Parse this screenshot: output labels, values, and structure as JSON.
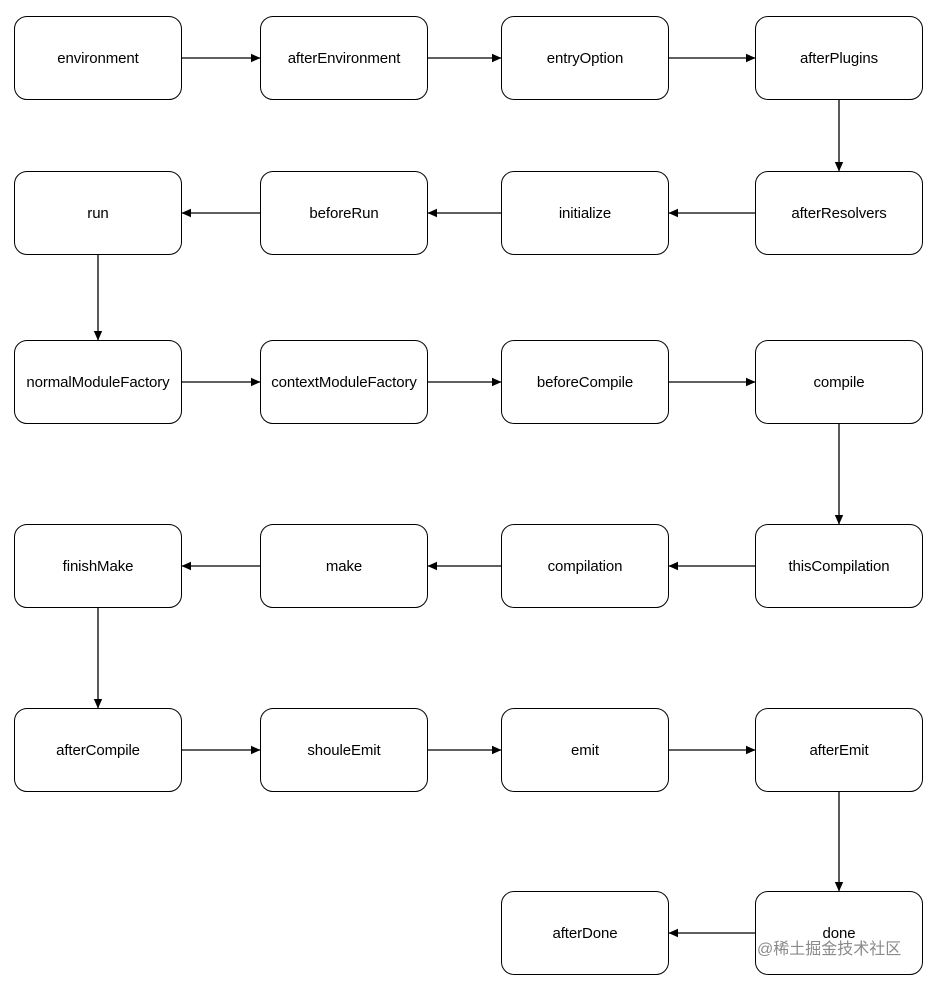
{
  "nodes": {
    "environment": "environment",
    "afterEnvironment": "afterEnvironment",
    "entryOption": "entryOption",
    "afterPlugins": "afterPlugins",
    "afterResolvers": "afterResolvers",
    "initialize": "initialize",
    "beforeRun": "beforeRun",
    "run": "run",
    "normalModuleFactory": "normalModuleFactory",
    "contextModuleFactory": "contextModuleFactory",
    "beforeCompile": "beforeCompile",
    "compile": "compile",
    "thisCompilation": "thisCompilation",
    "compilation": "compilation",
    "make": "make",
    "finishMake": "finishMake",
    "afterCompile": "afterCompile",
    "shouleEmit": "shouleEmit",
    "emit": "emit",
    "afterEmit": "afterEmit",
    "done": "done",
    "afterDone": "afterDone"
  },
  "edges": [
    [
      "environment",
      "afterEnvironment"
    ],
    [
      "afterEnvironment",
      "entryOption"
    ],
    [
      "entryOption",
      "afterPlugins"
    ],
    [
      "afterPlugins",
      "afterResolvers"
    ],
    [
      "afterResolvers",
      "initialize"
    ],
    [
      "initialize",
      "beforeRun"
    ],
    [
      "beforeRun",
      "run"
    ],
    [
      "run",
      "normalModuleFactory"
    ],
    [
      "normalModuleFactory",
      "contextModuleFactory"
    ],
    [
      "contextModuleFactory",
      "beforeCompile"
    ],
    [
      "beforeCompile",
      "compile"
    ],
    [
      "compile",
      "thisCompilation"
    ],
    [
      "thisCompilation",
      "compilation"
    ],
    [
      "compilation",
      "make"
    ],
    [
      "make",
      "finishMake"
    ],
    [
      "finishMake",
      "afterCompile"
    ],
    [
      "afterCompile",
      "shouleEmit"
    ],
    [
      "shouleEmit",
      "emit"
    ],
    [
      "emit",
      "afterEmit"
    ],
    [
      "afterEmit",
      "done"
    ],
    [
      "done",
      "afterDone"
    ]
  ],
  "watermark": "@稀土掘金技术社区"
}
